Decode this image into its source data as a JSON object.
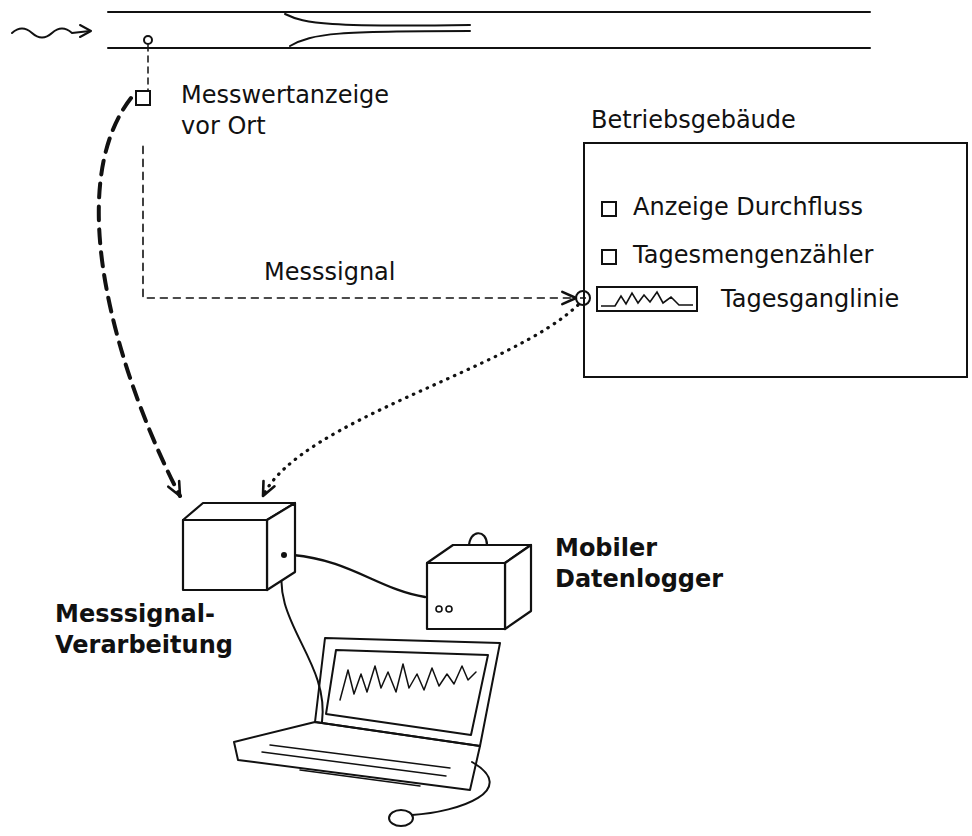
{
  "diagram": {
    "nodes": [
      {
        "text": [
          "Messwertanzeige vor Ort"
        ]
      },
      {
        "text": [
          "Betriebsgebäude"
        ]
      },
      {
        "text": [
          "Anzeige Durchfluss"
        ],
        "in": 1
      },
      {
        "text": [
          "Tagesmengenzähler"
        ],
        "in": 1
      },
      {
        "text": [
          "Tagesganglinie"
        ],
        "in": 1
      },
      {
        "text": [
          "Messsignal- Verarbeitung"
        ]
      },
      {
        "text": [
          "Mobiler Datenlogger"
        ]
      }
    ],
    "edges": [
      {
        "from": 0,
        "to": 1,
        "label": "Messsignal",
        "arrow": "to"
      },
      {
        "from": 0,
        "to": 5,
        "arrow": "to"
      },
      {
        "from": 1,
        "to": 5,
        "arrow": "to"
      },
      {
        "from": 5,
        "to": 6,
        "arrow": "none"
      }
    ]
  }
}
